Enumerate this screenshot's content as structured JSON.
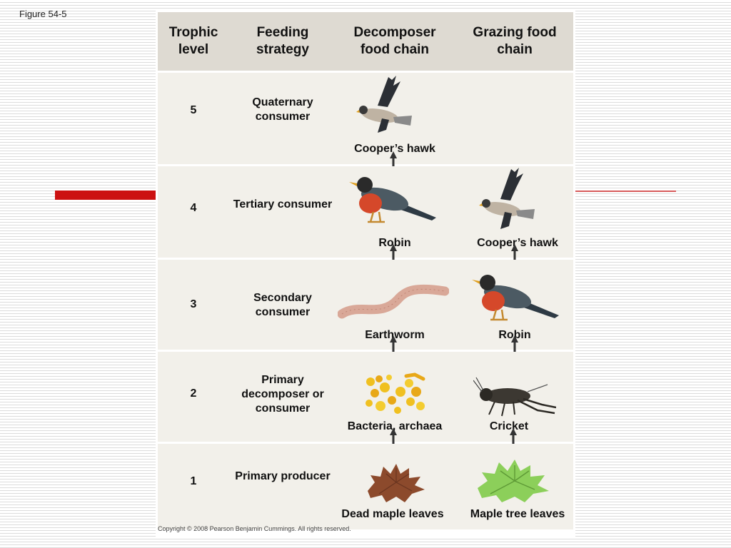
{
  "figure_label": "Figure 54-5",
  "headers": {
    "trophic_level": "Trophic level",
    "feeding_strategy": "Feeding strategy",
    "decomposer_chain": "Decomposer food chain",
    "grazing_chain": "Grazing food chain"
  },
  "rows": [
    {
      "level": "5",
      "strategy": "Quaternary consumer",
      "decomposer": "Cooper’s hawk",
      "grazing": ""
    },
    {
      "level": "4",
      "strategy": "Tertiary consumer",
      "decomposer": "Robin",
      "grazing": "Cooper’s hawk"
    },
    {
      "level": "3",
      "strategy": "Secondary consumer",
      "decomposer": "Earthworm",
      "grazing": "Robin"
    },
    {
      "level": "2",
      "strategy": "Primary decomposer or consumer",
      "decomposer": "Bacteria, archaea",
      "grazing": "Cricket"
    },
    {
      "level": "1",
      "strategy": "Primary producer",
      "decomposer": "Dead maple leaves",
      "grazing": "Maple tree leaves"
    }
  ],
  "copyright": "Copyright © 2008 Pearson Benjamin Cummings. All rights reserved."
}
